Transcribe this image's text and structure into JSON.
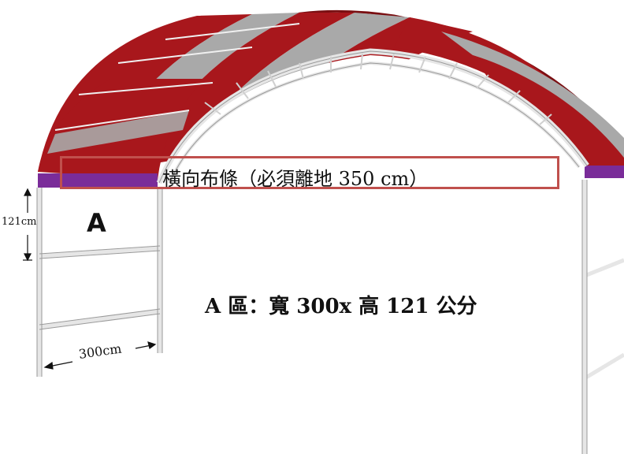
{
  "labels": {
    "banner": "橫向布條（必須離地 350  cm）",
    "section": "A",
    "spec": "A 區：寬 300x 高 121 公分",
    "height_dimension": "121cm",
    "width_dimension": "300cm"
  },
  "colors": {
    "canvas_red": "#a8171c",
    "canvas_gray": "#a9a9a9",
    "valance_purple": "#7a2c99",
    "frame": "#e6e6e6",
    "frame_edge": "#9a9a9a",
    "highlight_border": "#c0504d"
  }
}
